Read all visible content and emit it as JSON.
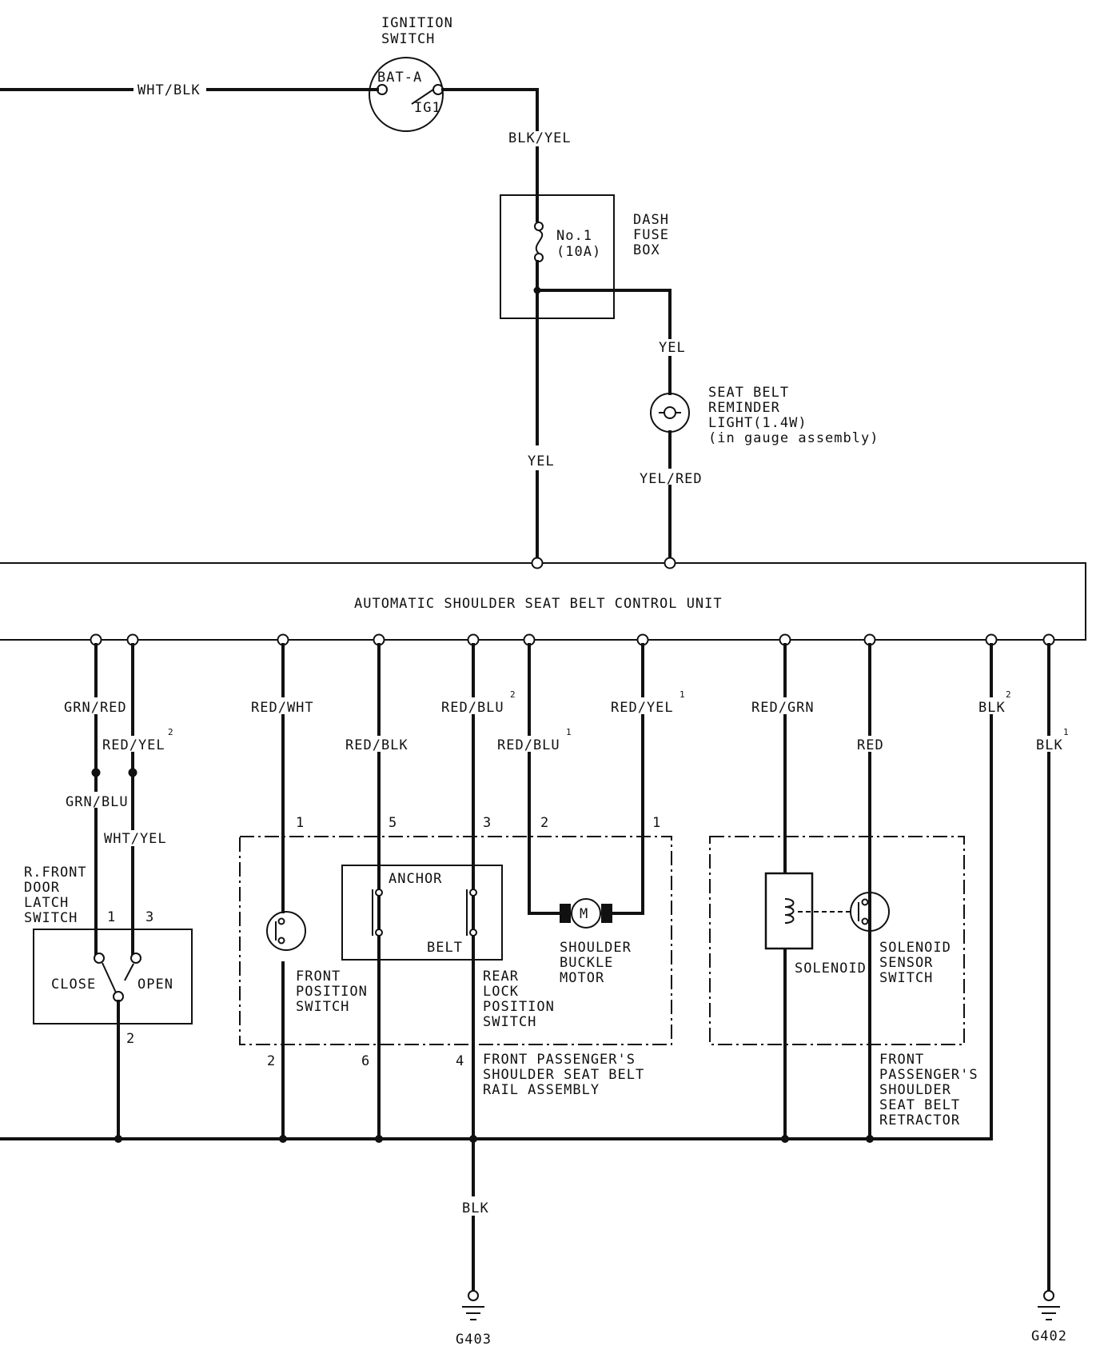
{
  "ignition": {
    "label1": "IGNITION",
    "label2": "SWITCH",
    "bat": "BAT-A",
    "ig": "IG1"
  },
  "fuse_box": {
    "fuse1": "No.1",
    "fuse2": "(10A)",
    "label1": "DASH",
    "label2": "FUSE",
    "label3": "BOX"
  },
  "reminder": {
    "l1": "SEAT BELT",
    "l2": "REMINDER",
    "l3": "LIGHT(1.4W)",
    "l4": "(in gauge assembly)"
  },
  "control_unit": "AUTOMATIC SHOULDER SEAT BELT CONTROL UNIT",
  "wires": {
    "wht_blk": "WHT/BLK",
    "blk_yel": "BLK/YEL",
    "yel_fuse": "YEL",
    "yel_main": "YEL",
    "yel_red": "YEL/RED",
    "grn_red": "GRN/RED",
    "red_yel2": "RED/YEL",
    "grn_blu": "GRN/BLU",
    "wht_yel": "WHT/YEL",
    "red_wht": "RED/WHT",
    "red_blk": "RED/BLK",
    "red_blu2": "RED/BLU",
    "red_blu1": "RED/BLU",
    "red_yel1": "RED/YEL",
    "red_grn": "RED/GRN",
    "red": "RED",
    "blk2": "BLK",
    "blk1": "BLK",
    "blk_g403": "BLK"
  },
  "superscripts": {
    "two": "2",
    "one": "1"
  },
  "pins": {
    "p1": "1",
    "p2": "2",
    "p3": "3",
    "p4": "4",
    "p5": "5",
    "p6": "6"
  },
  "door_switch": {
    "l1": "R.FRONT",
    "l2": "DOOR",
    "l3": "LATCH",
    "l4": "SWITCH",
    "close": "CLOSE",
    "open": "OPEN"
  },
  "rail": {
    "anchor": "ANCHOR",
    "belt": "BELT",
    "motor": "M",
    "fp1": "FRONT",
    "fp2": "POSITION",
    "fp3": "SWITCH",
    "rl1": "REAR",
    "rl2": "LOCK",
    "rl3": "POSITION",
    "rl4": "SWITCH",
    "sb1": "SHOULDER",
    "sb2": "BUCKLE",
    "sb3": "MOTOR",
    "as1": "FRONT PASSENGER'S",
    "as2": "SHOULDER SEAT BELT",
    "as3": "RAIL ASSEMBLY"
  },
  "retractor": {
    "solenoid": "SOLENOID",
    "ss1": "SOLENOID",
    "ss2": "SENSOR",
    "ss3": "SWITCH",
    "r1": "FRONT",
    "r2": "PASSENGER'S",
    "r3": "SHOULDER",
    "r4": "SEAT BELT",
    "r5": "RETRACTOR"
  },
  "grounds": {
    "g403": "G403",
    "g402": "G402"
  }
}
